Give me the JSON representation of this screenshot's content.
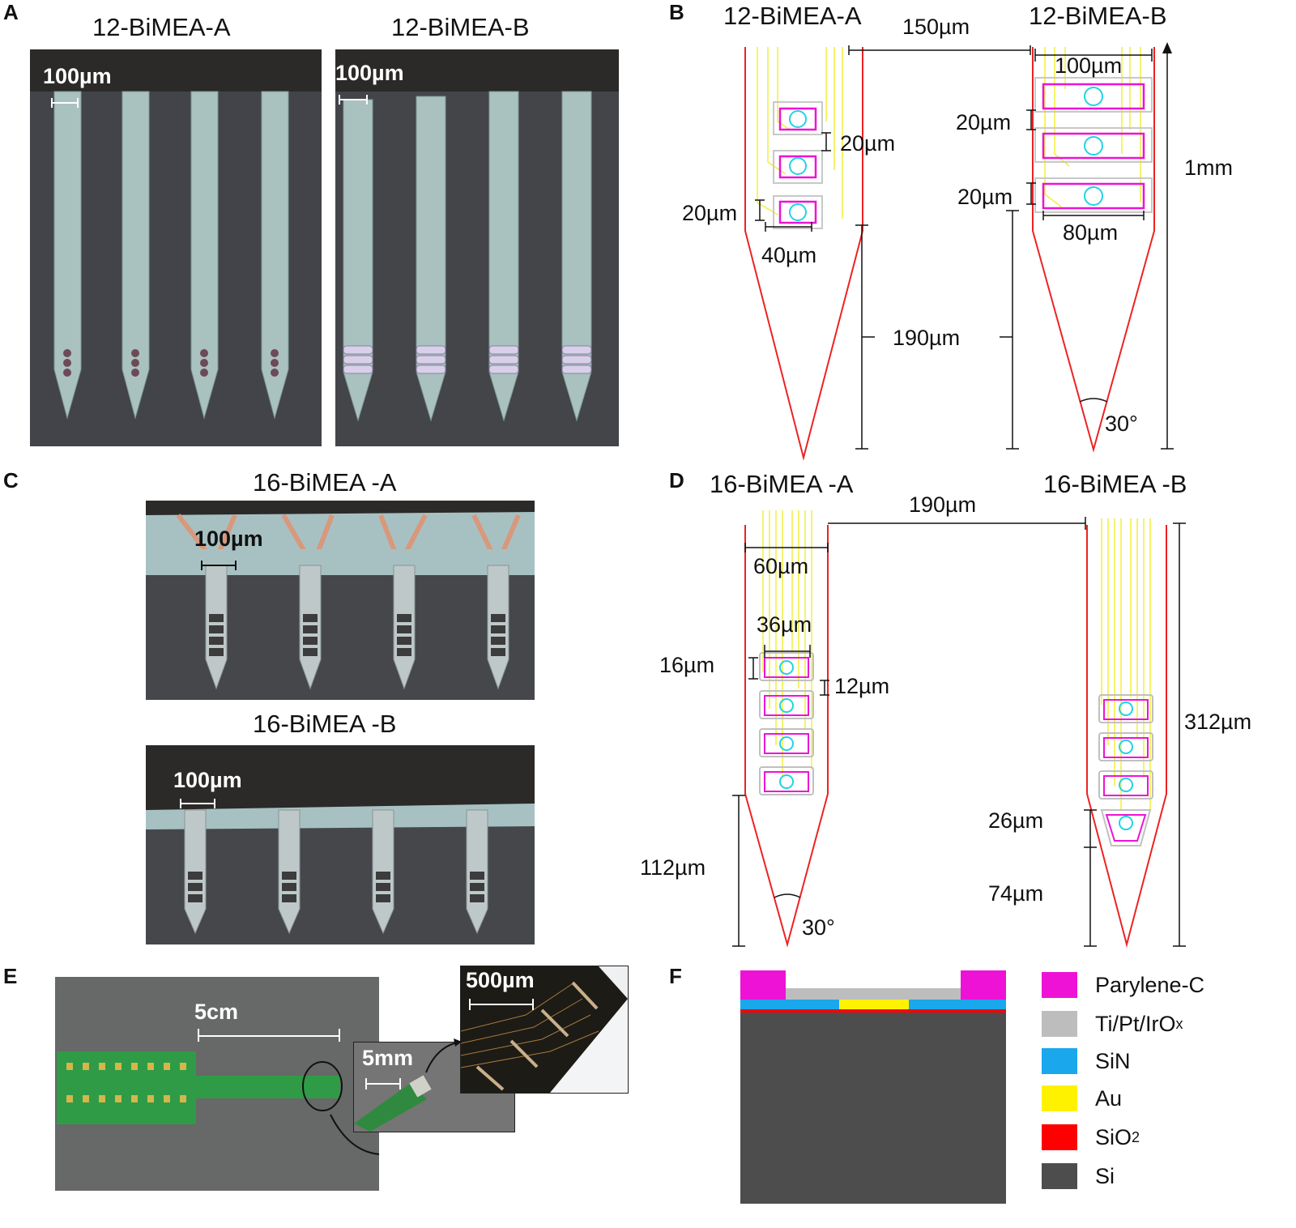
{
  "panels": {
    "A": {
      "letter": "A",
      "titles": [
        "12-BiMEA-A",
        "12-BiMEA-B"
      ],
      "scalebars": [
        "100µm",
        "100µm"
      ]
    },
    "B": {
      "letter": "B",
      "titles": [
        "12-BiMEA-A",
        "12-BiMEA-B"
      ],
      "dims": {
        "pitch": "150µm",
        "widthB": "100µm",
        "gapA": "20µm",
        "heightA": "20µm",
        "widthA": "40µm",
        "gapB": "20µm",
        "heightB": "20µm",
        "siteWidthB": "80µm",
        "tip": "190µm",
        "angle": "30°",
        "length": "1mm"
      }
    },
    "C": {
      "letter": "C",
      "titles": [
        "16-BiMEA -A",
        "16-BiMEA -B"
      ],
      "scalebars": [
        "100µm",
        "100µm"
      ]
    },
    "D": {
      "letter": "D",
      "titles": [
        "16-BiMEA -A",
        "16-BiMEA -B"
      ],
      "dims": {
        "pitch": "190µm",
        "shankWidth": "60µm",
        "siteWidth": "36µm",
        "siteHeight": "16µm",
        "siteGap": "12µm",
        "tipA": "112µm",
        "angle": "30°",
        "length": "312µm",
        "lastSite": "26µm",
        "tipB": "74µm"
      }
    },
    "E": {
      "letter": "E",
      "scalebars": [
        "5cm",
        "5mm",
        "500µm"
      ]
    },
    "F": {
      "letter": "F",
      "legend": [
        {
          "label": "Parylene-C",
          "color": "#ee12d6"
        },
        {
          "label": "Ti/Pt/IrO",
          "sub": "x",
          "color": "#bdbdbd"
        },
        {
          "label": "SiN",
          "color": "#1aa7ec"
        },
        {
          "label": "Au",
          "color": "#fff200"
        },
        {
          "label": "SiO",
          "sub": "2",
          "color": "#ff0000"
        },
        {
          "label": "Si",
          "color": "#4d4d4d"
        }
      ]
    }
  }
}
